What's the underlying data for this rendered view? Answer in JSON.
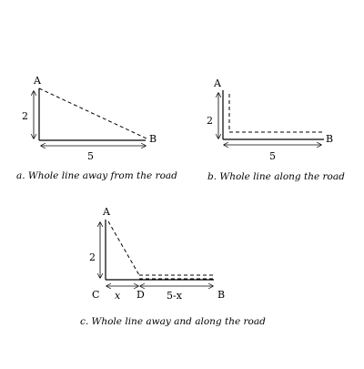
{
  "panel_a": {
    "point_a": "A",
    "point_b": "B",
    "height": "2",
    "width": "5",
    "caption": "a. Whole line away from the road"
  },
  "panel_b": {
    "point_a": "A",
    "point_b": "B",
    "height": "2",
    "width": "5",
    "caption": "b. Whole line along the road"
  },
  "panel_c": {
    "point_a": "A",
    "point_b": "B",
    "point_c": "C",
    "point_d": "D",
    "height": "2",
    "seg_cd": "x",
    "seg_db": "5-x",
    "caption": "c. Whole line away and along the road"
  }
}
